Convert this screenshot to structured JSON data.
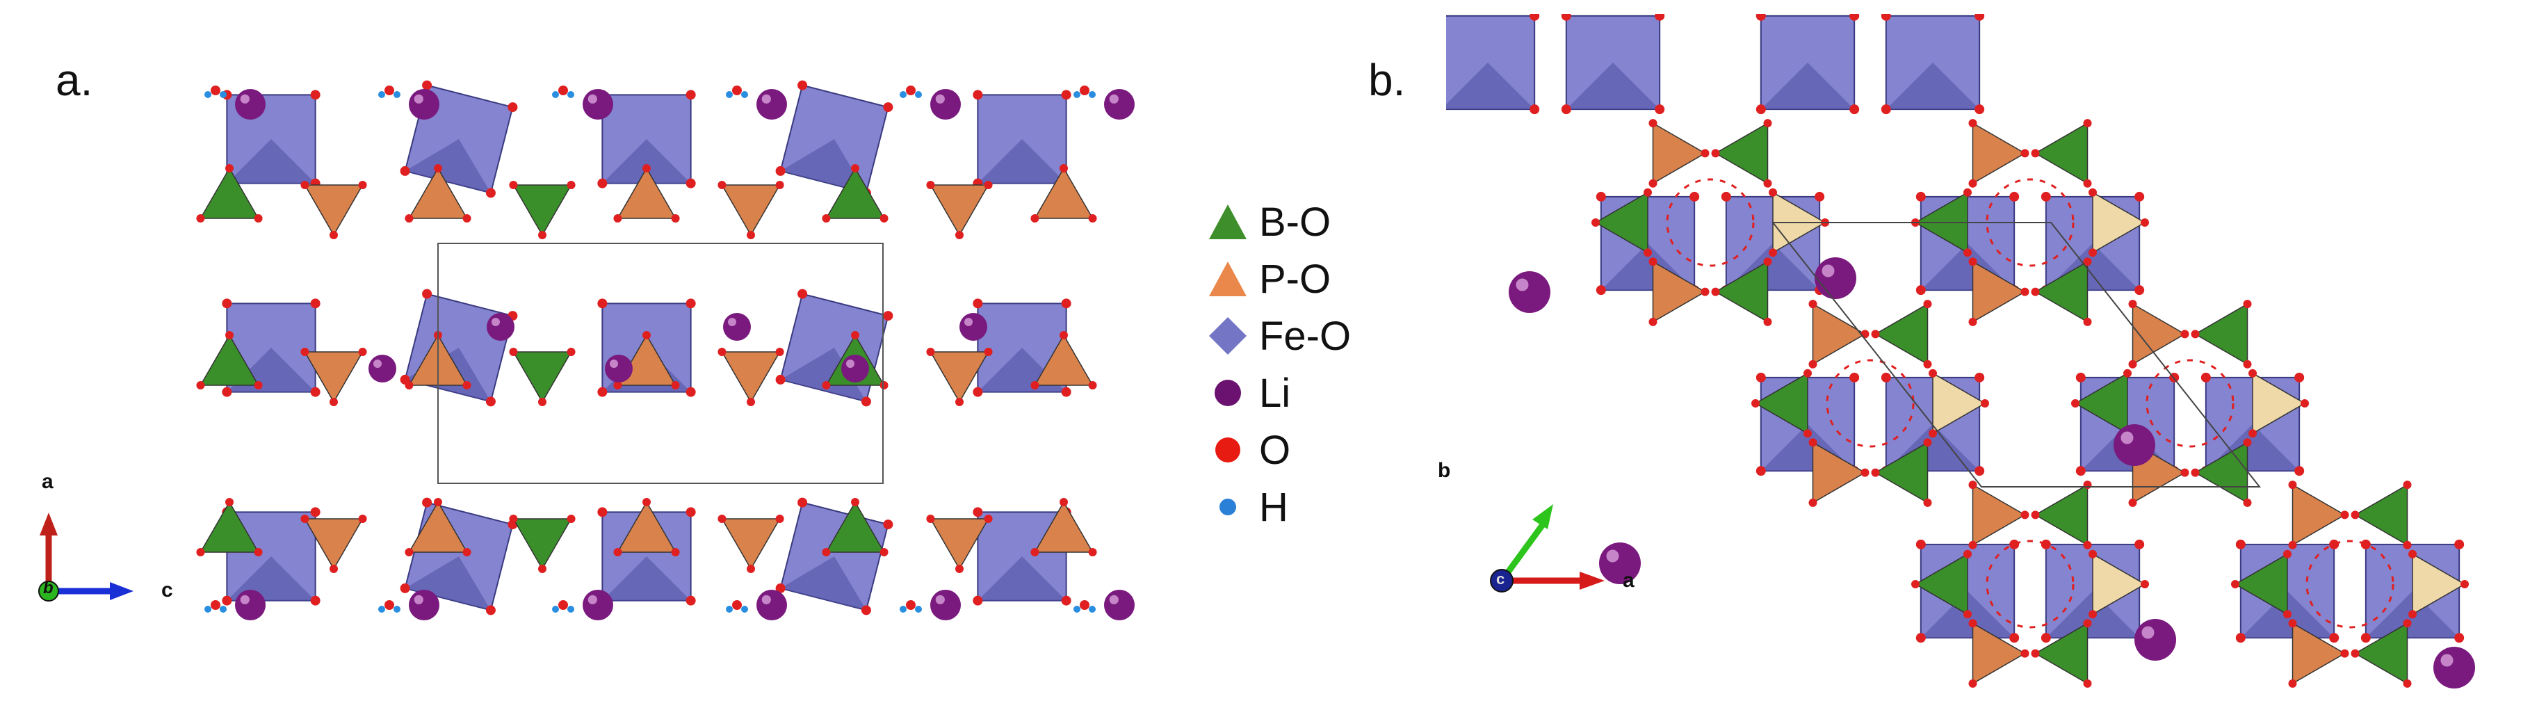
{
  "panels": [
    {
      "label": "a.",
      "axes": {
        "vertical": "a",
        "horizontal": "c",
        "view": "b"
      }
    },
    {
      "label": "b.",
      "axes": {
        "vertical": "b",
        "horizontal": "a",
        "view": "c"
      }
    }
  ],
  "legend": [
    {
      "label": "B-O",
      "shape": "triangle",
      "color": "#3e8e2c"
    },
    {
      "label": "P-O",
      "shape": "triangle",
      "color": "#e9884a"
    },
    {
      "label": "Fe-O",
      "shape": "diamond",
      "color": "#7475c4"
    },
    {
      "label": "Li",
      "shape": "circle",
      "color": "#6b1170"
    },
    {
      "label": "O",
      "shape": "circle",
      "color": "#e81b12"
    },
    {
      "label": "H",
      "shape": "circle",
      "color": "#2a7fd6"
    }
  ],
  "colors": {
    "fe_octahedron": "#6f6fc8",
    "fe_octahedron_dark": "#5454a8",
    "p_tetra": "#d9824c",
    "p_tetra_light": "#efd9a8",
    "b_tetra": "#3b8f2a",
    "li": "#7a1a7e",
    "o": "#e02020",
    "h": "#2a8ee0",
    "axis_a_panel_a": "#c0201a",
    "axis_c_panel_a": "#1a2fd6",
    "axis_b_panel_b": "#2dc41c",
    "axis_a_panel_b": "#d61a1a"
  }
}
